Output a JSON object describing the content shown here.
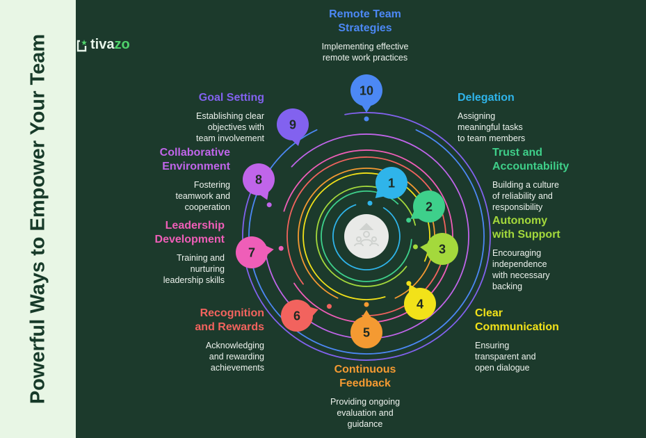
{
  "sidebar": {
    "title": "Powerful Ways to Empower Your Team"
  },
  "brand": {
    "name_part1": "tiva",
    "name_part2": "zo"
  },
  "center_icon": "team-leadership-icon",
  "strategies": [
    {
      "number": "1",
      "title": "Trust and\nAccountability",
      "description": "Building a culture\nof reliability and\nresponsibility",
      "color": "#2fb4ea"
    },
    {
      "number": "2",
      "title": "Autonomy\nwith Support",
      "description": "Encouraging\nindependence\nwith necessary\nbacking",
      "color": "#3ed08b"
    },
    {
      "number": "3",
      "title": "Trust and\nAccountability",
      "description": "Building a culture\nof reliability and\nresponsibility",
      "color": "#a4d93c"
    },
    {
      "number": "4",
      "title": "Clear\nCommunication",
      "description": "Ensuring\ntransparent and\nopen dialogue",
      "color": "#f2e219"
    },
    {
      "number": "5",
      "title": "Continuous\nFeedback",
      "description": "Providing ongoing\nevaluation and\nguidance",
      "color": "#f49a32"
    },
    {
      "number": "6",
      "title": "Recognition\nand Rewards",
      "description": "Acknowledging\nand rewarding\nachievements",
      "color": "#f2635e"
    },
    {
      "number": "7",
      "title": "Leadership\nDevelopment",
      "description": "Training and\nnurturing\nleadership skills",
      "color": "#ef5eb8"
    },
    {
      "number": "8",
      "title": "Collaborative\nEnvironment",
      "description": "Fostering\nteamwork and\ncooperation",
      "color": "#c065ea"
    },
    {
      "number": "9",
      "title": "Goal Setting",
      "description": "Establishing clear\nobjectives with\nteam involvement",
      "color": "#8262ef"
    },
    {
      "number": "10",
      "title": "Remote Team\nStrategies",
      "description": "Implementing effective\nremote work practices",
      "color": "#4c88f4"
    }
  ],
  "delegation": {
    "title": "Delegation",
    "description": "Assigning\nmeaningful tasks\nto team members",
    "color": "#2fb4ea"
  }
}
